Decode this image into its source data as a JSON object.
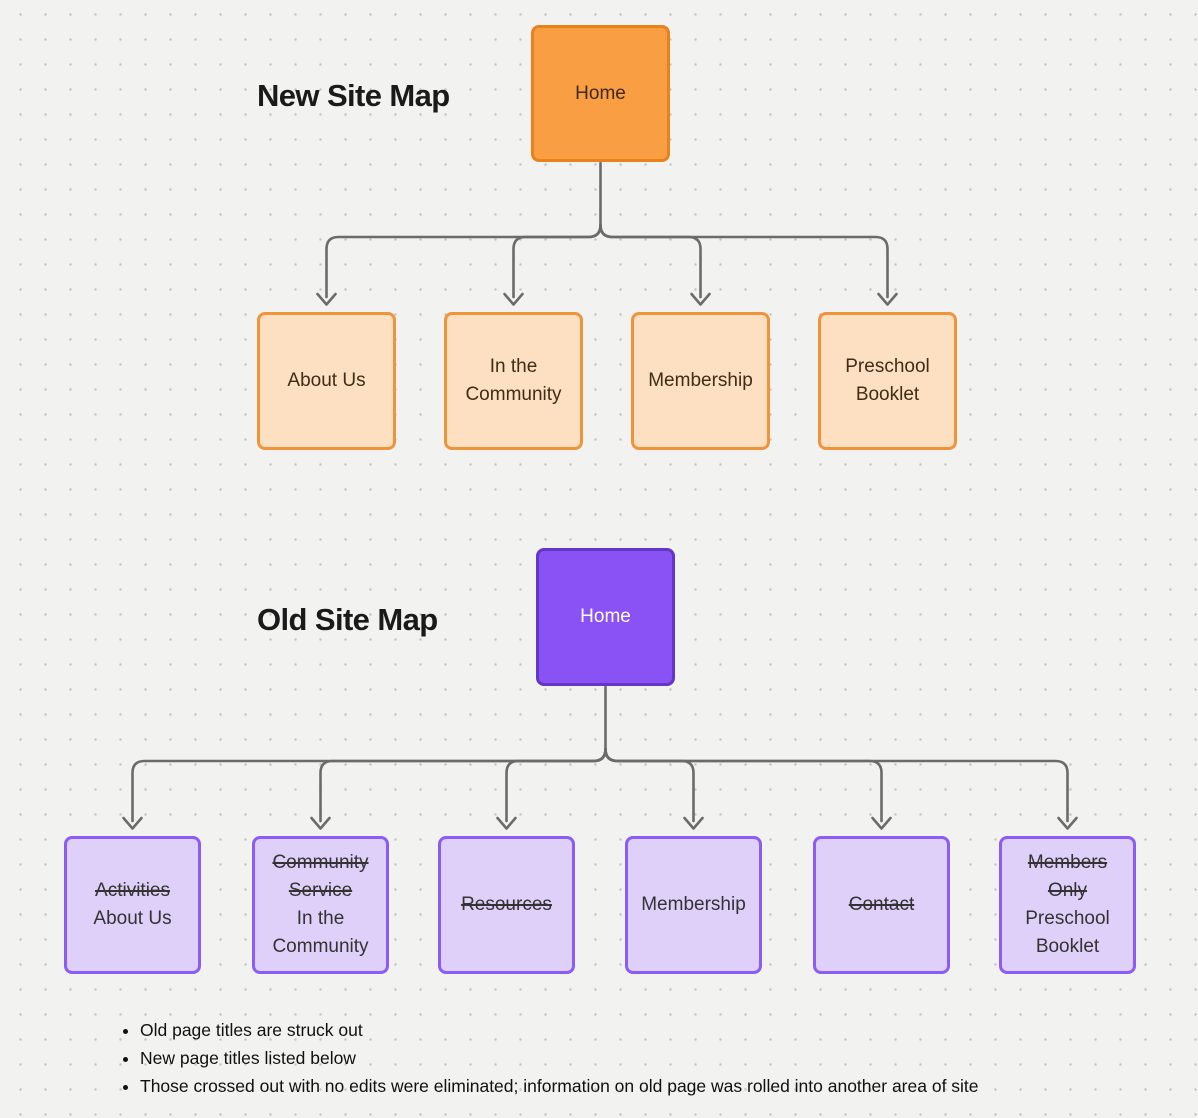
{
  "canvas": {
    "background": "#F2F2F1",
    "dot_color": "#C4C4C2",
    "connector_color": "#6B6B6B"
  },
  "new_site_map": {
    "title": "New Site Map",
    "root_label": "Home",
    "children": [
      "About Us",
      "In the Community",
      "Membership",
      "Preschool Booklet"
    ],
    "colors": {
      "root_fill": "#FA9E44",
      "root_border": "#E8821C",
      "child_fill": "#FDDFC2",
      "child_border": "#F0943C"
    }
  },
  "old_site_map": {
    "title": "Old Site Map",
    "root_label": "Home",
    "children": [
      {
        "struck": "Activities",
        "plain": "About Us"
      },
      {
        "struck": "Community Service",
        "plain": "In the Community"
      },
      {
        "struck": "Resources",
        "plain": ""
      },
      {
        "struck": "",
        "plain": "Membership"
      },
      {
        "struck": "Contact",
        "plain": ""
      },
      {
        "struck": "Members Only",
        "plain": "Preschool Booklet"
      }
    ],
    "colors": {
      "root_fill": "#8A52F5",
      "root_border": "#6236C9",
      "child_fill": "#DFD0F9",
      "child_border": "#8B5CF6"
    }
  },
  "notes": {
    "items": [
      "Old page titles are struck out",
      "New page titles listed below",
      "Those crossed out with no edits were eliminated; information on old page was rolled into another area of site"
    ]
  }
}
